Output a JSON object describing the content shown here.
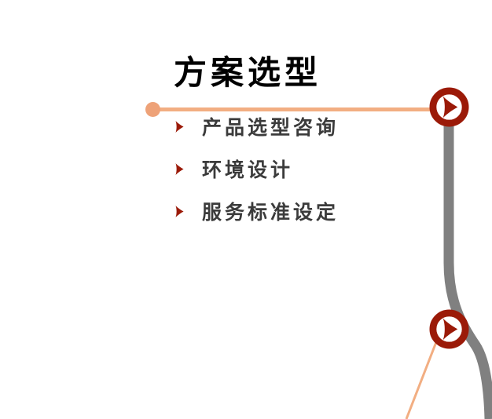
{
  "slide": {
    "title": "方案选型",
    "bullets": [
      {
        "label": "产品选型咨询"
      },
      {
        "label": "环境设计"
      },
      {
        "label": "服务标准设定"
      }
    ]
  },
  "theme": {
    "accent_red": "#9B1A08",
    "salmon_line": "#F2AE82",
    "salmon_dot": "#EEA278",
    "gray_line": "#808080",
    "text_gray": "#3B3B3B",
    "title_color": "#000000",
    "background": "#FFFFFF"
  },
  "icons": {
    "bullet": "arrow-right-icon",
    "badge_top": "arrow-right-circle-icon",
    "badge_bottom": "arrow-right-circle-icon"
  }
}
